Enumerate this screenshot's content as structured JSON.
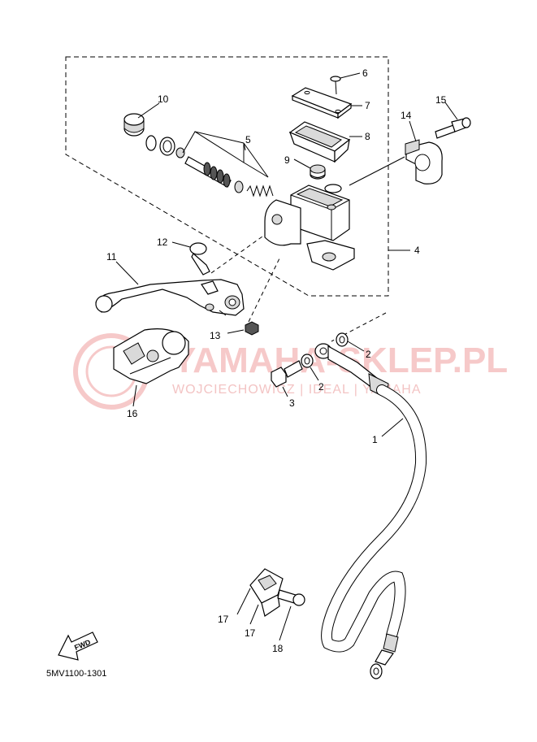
{
  "diagram": {
    "callouts": [
      {
        "id": "c1",
        "label": "1"
      },
      {
        "id": "c2a",
        "label": "2"
      },
      {
        "id": "c2b",
        "label": "2"
      },
      {
        "id": "c3",
        "label": "3"
      },
      {
        "id": "c4",
        "label": "4"
      },
      {
        "id": "c5",
        "label": "5"
      },
      {
        "id": "c6",
        "label": "6"
      },
      {
        "id": "c7",
        "label": "7"
      },
      {
        "id": "c8",
        "label": "8"
      },
      {
        "id": "c9",
        "label": "9"
      },
      {
        "id": "c10",
        "label": "10"
      },
      {
        "id": "c11",
        "label": "11"
      },
      {
        "id": "c12",
        "label": "12"
      },
      {
        "id": "c13",
        "label": "13"
      },
      {
        "id": "c14",
        "label": "14"
      },
      {
        "id": "c15",
        "label": "15"
      },
      {
        "id": "c16",
        "label": "16"
      },
      {
        "id": "c17a",
        "label": "17"
      },
      {
        "id": "c17b",
        "label": "17"
      },
      {
        "id": "c18",
        "label": "18"
      }
    ],
    "diagram_code": "5MV1100-1301",
    "fwd_label": "FWD"
  },
  "watermark": {
    "main_text": "YAMAHA-SKLEP.PL",
    "sub_text": "WOJCIECHOWICZ | IDEAL | YAMAHA"
  },
  "colors": {
    "line": "#000000",
    "watermark": "#f6c9c9"
  }
}
